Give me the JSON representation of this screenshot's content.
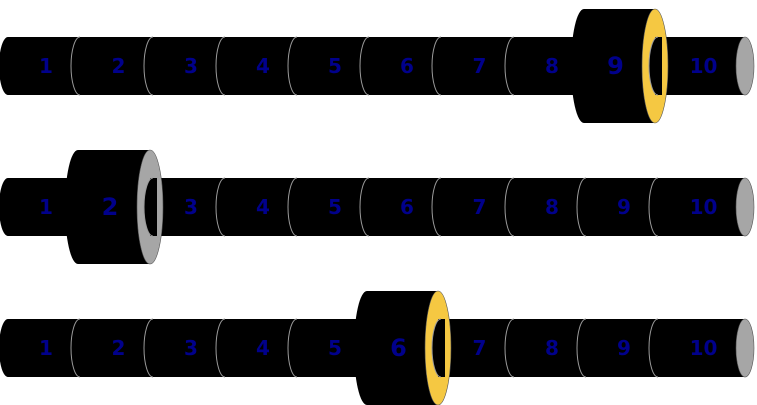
{
  "rows": [
    {
      "segments": [
        "1",
        "2",
        "3",
        "4",
        "5",
        "6",
        "7",
        "8",
        "9",
        "10"
      ],
      "selected_index": 8,
      "selected_face_color": "#f5c842"
    },
    {
      "segments": [
        "1",
        "2",
        "3",
        "4",
        "5",
        "6",
        "7",
        "8",
        "9",
        "10"
      ],
      "selected_index": 1,
      "selected_face_color": "#a6a6a6"
    },
    {
      "segments": [
        "1",
        "2",
        "3",
        "4",
        "5",
        "6",
        "7",
        "8",
        "9",
        "10"
      ],
      "selected_index": 5,
      "selected_face_color": "#f5c842"
    }
  ],
  "colors": {
    "body": "#000000",
    "separator": "#9a9a9a",
    "end_cap": "#a6a6a6",
    "label": "#00008b"
  }
}
